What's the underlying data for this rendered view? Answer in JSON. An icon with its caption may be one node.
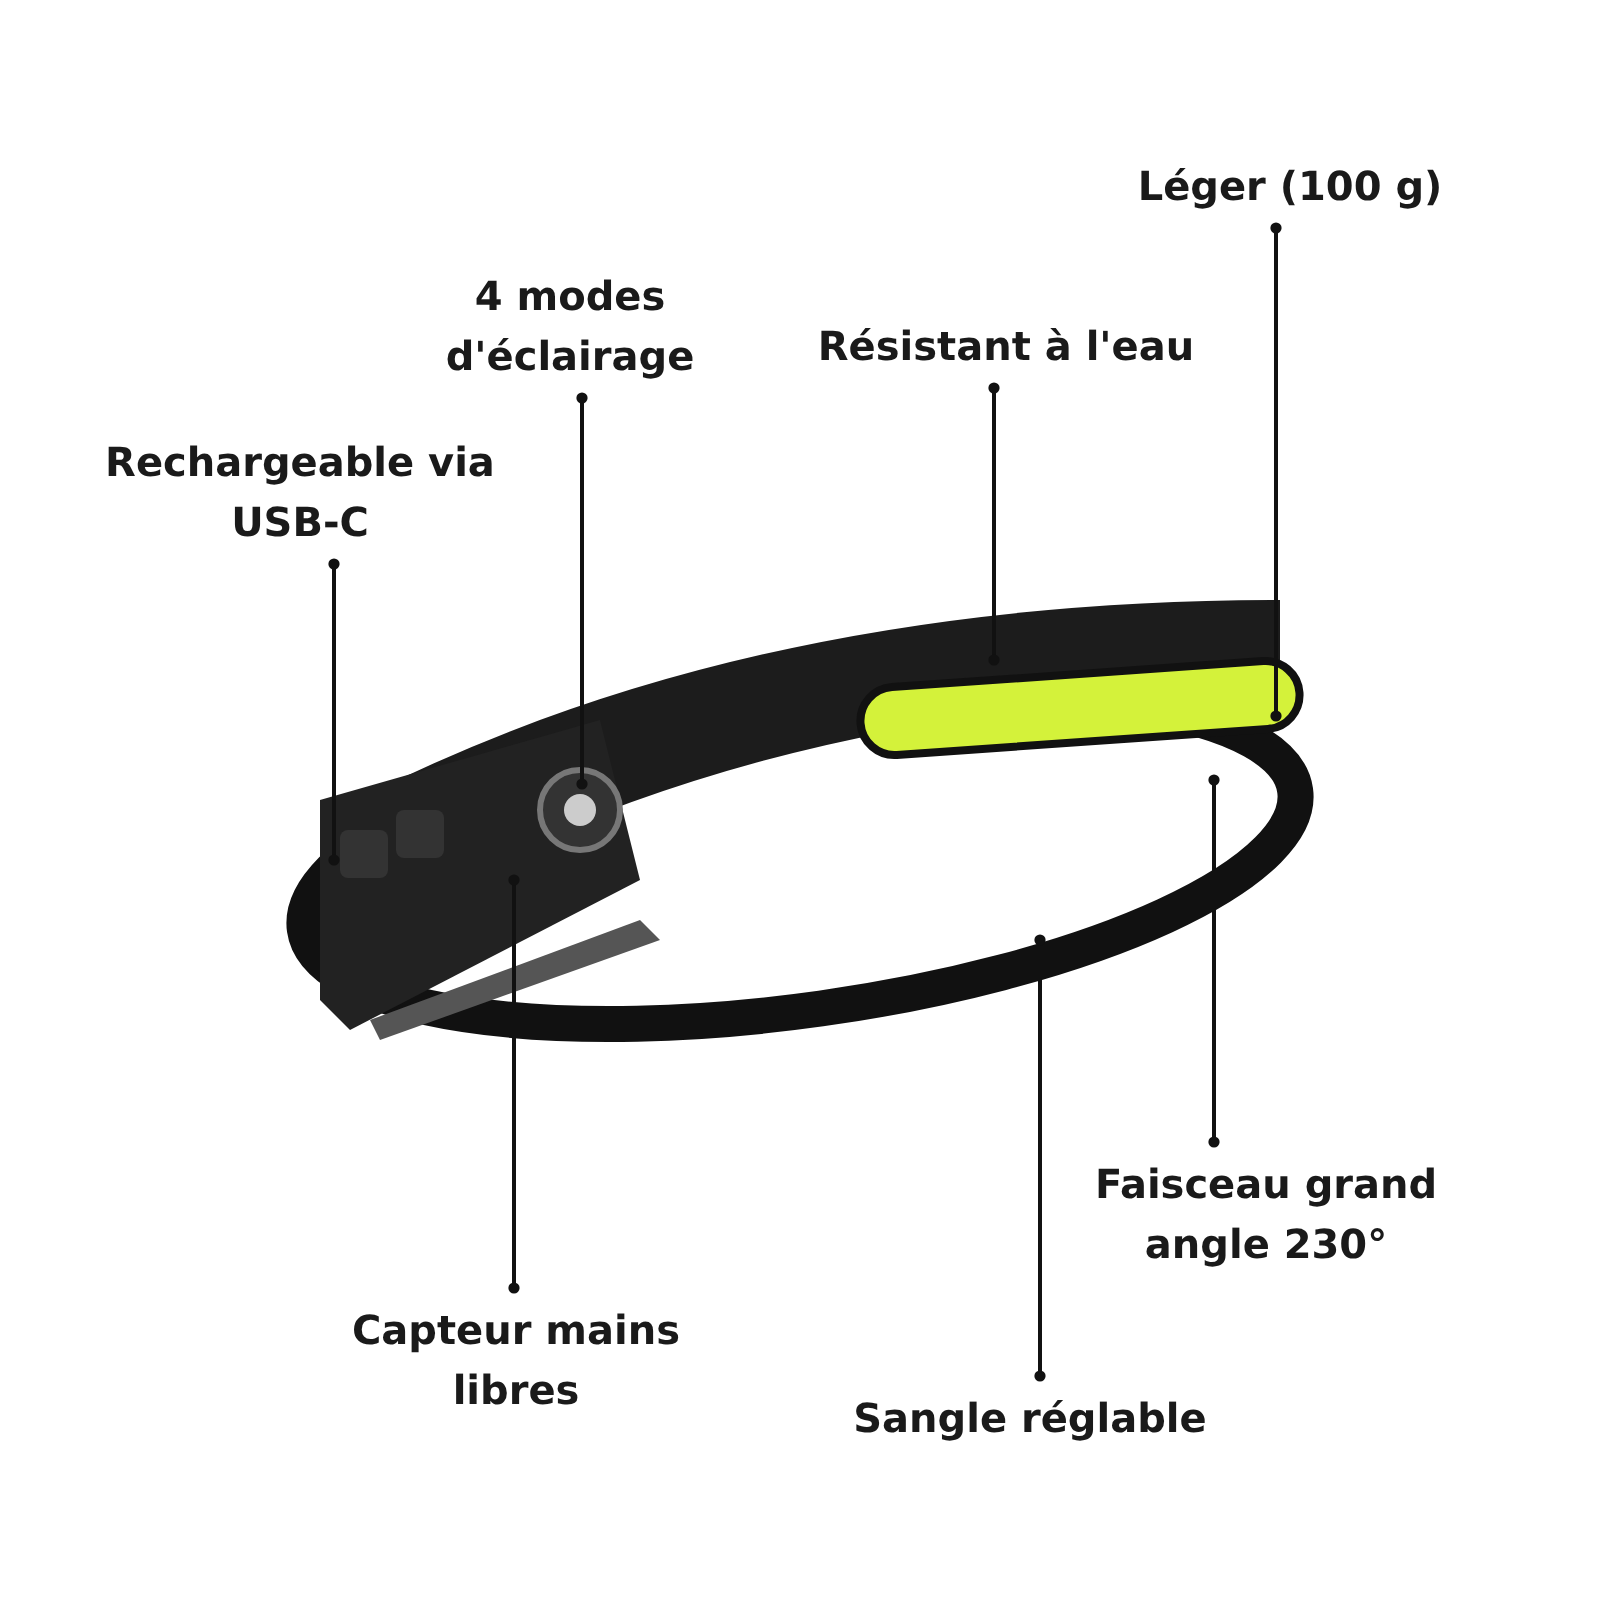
{
  "diagram": {
    "nodes": [
      {
        "text": [
          "Léger (100 g)"
        ]
      },
      {
        "text": [
          "4 modes d'éclairage"
        ]
      },
      {
        "text": [
          "Résistant à l'eau"
        ]
      },
      {
        "text": [
          "Rechargeable via USB-C"
        ]
      },
      {
        "text": [
          "Faisceau grand angle 230°"
        ]
      },
      {
        "text": [
          "Capteur mains libres"
        ]
      },
      {
        "text": [
          "Sangle réglable"
        ]
      }
    ],
    "edges": [
      {
        "from": 0,
        "to": null,
        "arrow": "other"
      },
      {
        "from": 1,
        "to": null,
        "arrow": "other"
      },
      {
        "from": 2,
        "to": null,
        "arrow": "other"
      },
      {
        "from": 3,
        "to": null,
        "arrow": "other"
      },
      {
        "from": 4,
        "to": null,
        "arrow": "other"
      },
      {
        "from": 5,
        "to": null,
        "arrow": "other"
      },
      {
        "from": 6,
        "to": null,
        "arrow": "other"
      }
    ]
  }
}
